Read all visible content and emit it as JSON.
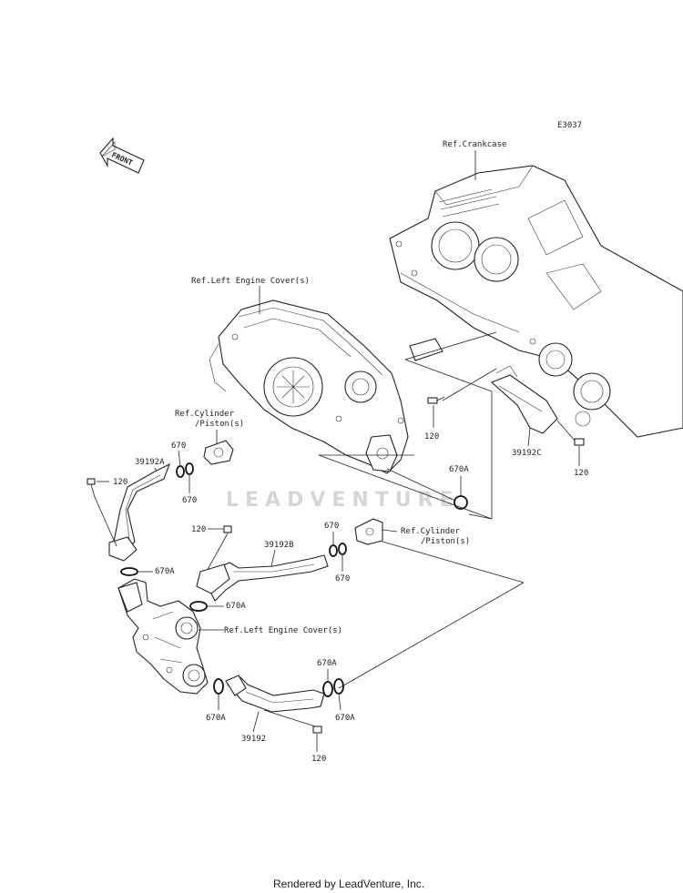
{
  "diagram": {
    "code": "E3037",
    "front_label": "FRONT",
    "watermark": "LEADVENTURE",
    "footer": "Rendered by LeadVenture, Inc.",
    "refs": {
      "crankcase": "Ref.Crankcase",
      "left_cover_top": "Ref.Left Engine Cover(s)",
      "cyl_left_1": "Ref.Cylinder",
      "cyl_left_2": "/Piston(s)",
      "cyl_right_1": "Ref.Cylinder",
      "cyl_right_2": "/Piston(s)",
      "left_cover_bottom": "Ref.Left Engine Cover(s)"
    },
    "parts": {
      "p120_a": "120",
      "p120_b": "120",
      "p120_c": "120",
      "p120_d": "120",
      "p120_e": "120",
      "p39192A": "39192A",
      "p39192B": "39192B",
      "p39192C": "39192C",
      "p39192": "39192",
      "p670_a": "670",
      "p670_b": "670",
      "p670_c": "670",
      "p670_d": "670",
      "p670A_a": "670A",
      "p670A_b": "670A",
      "p670A_c": "670A",
      "p670A_d": "670A",
      "p670A_e": "670A",
      "p670A_f": "670A"
    }
  }
}
